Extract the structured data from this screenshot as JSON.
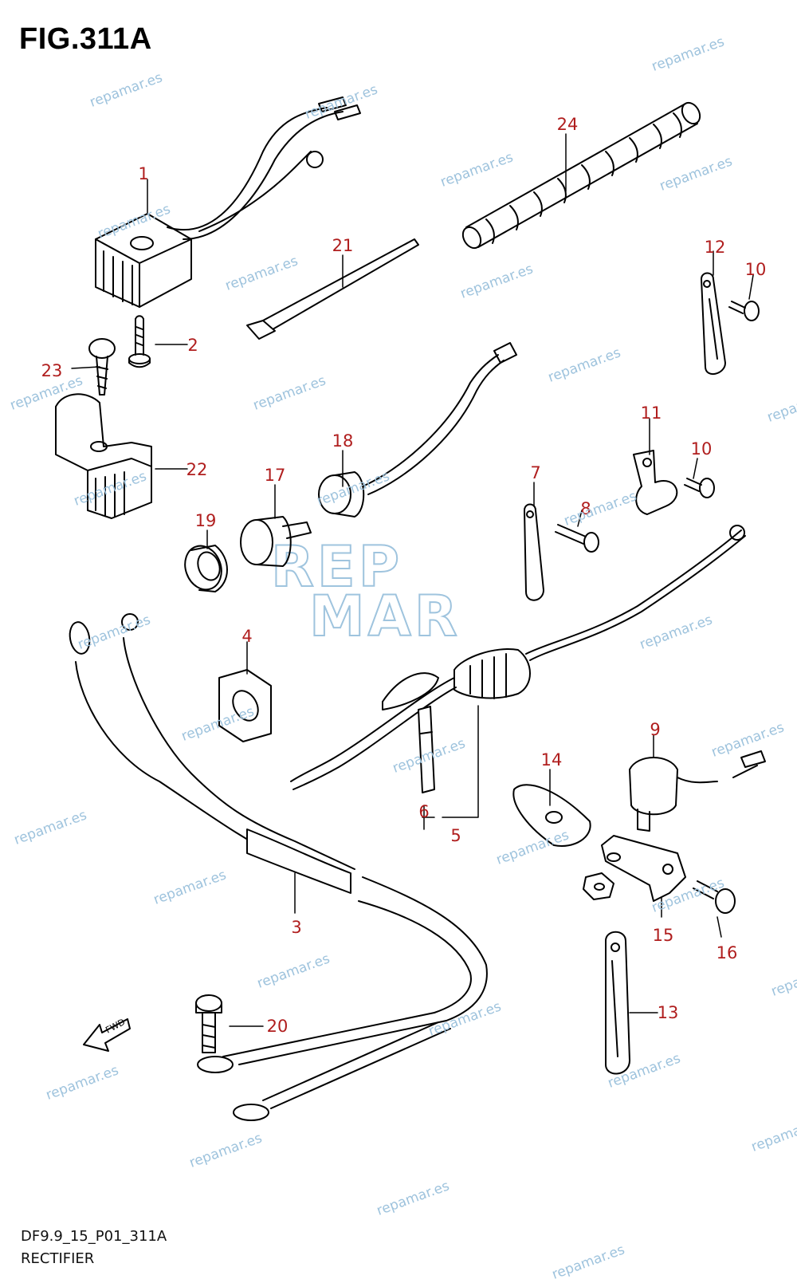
{
  "figure": {
    "title": "FIG.311A",
    "code": "DF9.9_15_P01_311A",
    "caption": "RECTIFIER"
  },
  "watermark": {
    "text": "repamar.es",
    "logo_lines": [
      "REP",
      "MAR"
    ],
    "color": "#9ec3dd"
  },
  "callouts": [
    {
      "num": "1"
    },
    {
      "num": "2"
    },
    {
      "num": "3"
    },
    {
      "num": "4"
    },
    {
      "num": "5"
    },
    {
      "num": "6"
    },
    {
      "num": "7"
    },
    {
      "num": "8"
    },
    {
      "num": "9"
    },
    {
      "num": "10"
    },
    {
      "num": "10"
    },
    {
      "num": "11"
    },
    {
      "num": "12"
    },
    {
      "num": "13"
    },
    {
      "num": "14"
    },
    {
      "num": "15"
    },
    {
      "num": "16"
    },
    {
      "num": "17"
    },
    {
      "num": "18"
    },
    {
      "num": "19"
    },
    {
      "num": "20"
    },
    {
      "num": "21"
    },
    {
      "num": "22"
    },
    {
      "num": "23"
    },
    {
      "num": "24"
    }
  ],
  "fwd_label": "FWD",
  "colors": {
    "callout": "#b01e1e",
    "line": "#000000"
  }
}
